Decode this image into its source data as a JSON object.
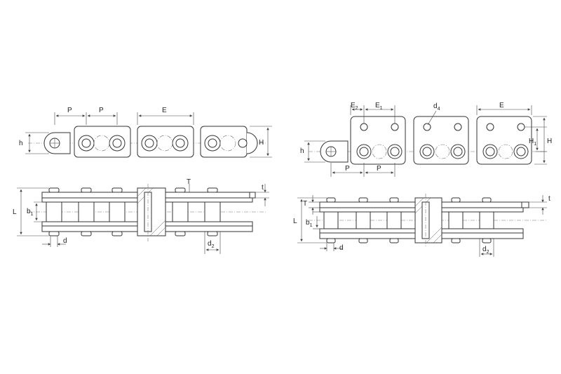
{
  "left_view": {
    "labels": {
      "p1": "P",
      "p2": "P",
      "e": "E",
      "h": "h",
      "h_big": "H",
      "t_small": "t",
      "t_big": "T",
      "l": "L",
      "b": "b",
      "b_sub": "1",
      "d": "d",
      "d2": "d",
      "d2_sub": "2"
    }
  },
  "right_view": {
    "labels": {
      "e2": "E",
      "e2_sub": "2",
      "e1": "E",
      "e1_sub": "1",
      "d4": "d",
      "d4_sub": "4",
      "e": "E",
      "h": "h",
      "h1": "H",
      "h1_sub": "1",
      "h_big": "H",
      "p1": "P",
      "p2": "P",
      "t_small": "t",
      "t_big": "T",
      "l": "L",
      "b": "b",
      "b_sub": "1",
      "d": "d",
      "d2": "d",
      "d2_sub": "2"
    }
  }
}
